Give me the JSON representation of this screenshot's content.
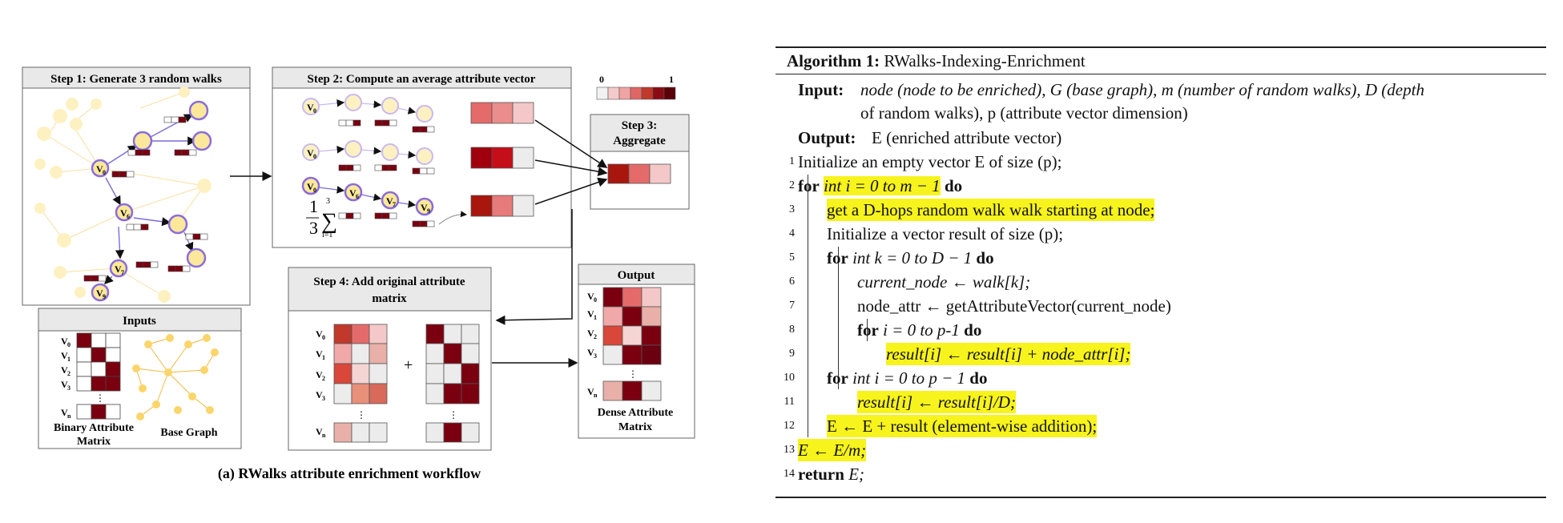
{
  "figure": {
    "caption": "(a) RWalks attribute enrichment workflow",
    "step1_title": "Step 1: Generate 3 random walks",
    "step2_title": "Step 2: Compute an average attribute vector",
    "step3_title_line1": "Step 3:",
    "step3_title_line2": "Aggregate",
    "step4_title_line1": "Step 4: Add original attribute",
    "step4_title_line2": "matrix",
    "output_title": "Output",
    "inputs_title": "Inputs",
    "binary_label_line1": "Binary Attribute",
    "binary_label_line2": "Matrix",
    "base_graph_label": "Base Graph",
    "dense_label_line1": "Dense Attribute",
    "dense_label_line2": "Matrix",
    "scale_min": "0",
    "scale_max": "1",
    "plus": "+",
    "frac_num": "1",
    "frac_den": "3",
    "sum_sym": "∑",
    "sum_top": "3",
    "sum_bottom": "i=1",
    "v0": "V",
    "row_labels": [
      "0",
      "1",
      "2",
      "3",
      "n"
    ],
    "dots": "⋮",
    "colors": {
      "dark": "#7a0010",
      "red": "#b8121c",
      "mid": "#e56b6b",
      "light": "#f4b8b8",
      "pale": "#f5dada",
      "node_fill": "#fbe89a",
      "node_stroke": "#8a6cdd",
      "pale_node": "#fdf1c2",
      "edge": "#7d6bd8",
      "yellow_edge": "#f4c842",
      "highlight": "#f7f31c"
    }
  },
  "algorithm": {
    "label": "Algorithm 1:",
    "name": "RWalks-Indexing-Enrichment",
    "input_kw": "Input:",
    "input_line1": "node (node to be enriched), G (base graph), m (number of random walks), D (depth",
    "input_line2": "of random walks), p (attribute vector dimension)",
    "output_kw": "Output:",
    "output_text": "E (enriched attribute vector)",
    "lines": [
      {
        "n": "1",
        "text": "Initialize an empty vector E of size (p);"
      },
      {
        "n": "2",
        "kw": "for",
        "text": "int i = 0 to m − 1",
        "kw2": "do"
      },
      {
        "n": "3",
        "text": "get a D-hops random walk walk starting at node;"
      },
      {
        "n": "4",
        "text": "Initialize a vector result of size (p);"
      },
      {
        "n": "5",
        "kw": "for",
        "text": "int k = 0 to D − 1",
        "kw2": "do"
      },
      {
        "n": "6",
        "text": "current_node ← walk[k];"
      },
      {
        "n": "7",
        "text": "node_attr ← getAttributeVector(current_node)"
      },
      {
        "n": "8",
        "kw": "for",
        "text": "i = 0 to p-1",
        "kw2": "do"
      },
      {
        "n": "9",
        "text": "result[i] ← result[i] + node_attr[i];"
      },
      {
        "n": "10",
        "kw": "for",
        "text": "int i = 0 to p − 1",
        "kw2": "do"
      },
      {
        "n": "11",
        "text": "result[i] ← result[i]/D;"
      },
      {
        "n": "12",
        "text": "E ← E + result (element-wise addition);"
      },
      {
        "n": "13",
        "text": "E ← E/m;"
      },
      {
        "n": "14",
        "kw": "return",
        "text": "E;"
      }
    ]
  }
}
